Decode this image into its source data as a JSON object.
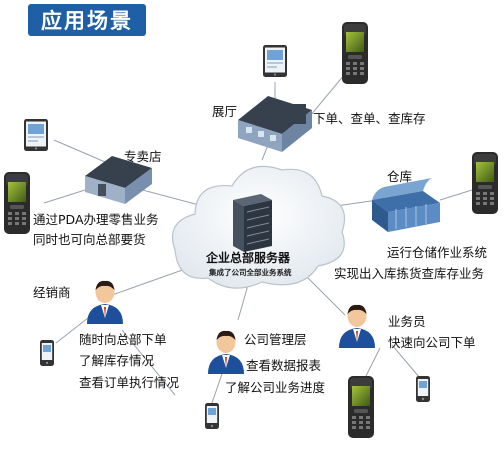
{
  "title": "应用场景",
  "server": {
    "label": "企业总部服务器",
    "sublabel": "集成了公司全部业务系统"
  },
  "nodes": {
    "showroom": {
      "name": "展厅",
      "desc": [
        "下单、查单、查库存"
      ]
    },
    "store": {
      "name": "专卖店",
      "desc": [
        "通过PDA办理零售业务",
        "同时也可向总部要货"
      ]
    },
    "warehouse": {
      "name": "仓库",
      "desc": [
        "运行仓储作业系统",
        "实现出入库拣货查库存业务"
      ]
    },
    "dealer": {
      "name": "经销商",
      "desc": [
        "随时向总部下单",
        "了解库存情况",
        "查看订单执行情况"
      ]
    },
    "management": {
      "name": "公司管理层",
      "desc": [
        "查看数据报表",
        "了解公司业务进度"
      ]
    },
    "salesman": {
      "name": "业务员",
      "desc": [
        "快速向公司下单"
      ]
    }
  },
  "colors": {
    "banner": "#1f5fa6",
    "line": "#9aa3ad",
    "cloud": "#eef2f6",
    "building_roof": "#36414d",
    "building_wall": "#8ea4bf",
    "pda_body": "#2b2b2b",
    "pda_screen": "#6f8d2a"
  }
}
